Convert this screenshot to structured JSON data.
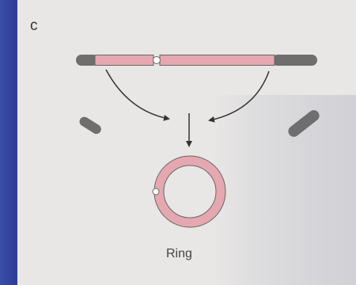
{
  "panel": {
    "letter": "c",
    "ring_label": "Ring"
  },
  "colors": {
    "background": "#2f3f9c",
    "panel": "#e9e7e6",
    "chromosome_arm": "#e6a8b0",
    "chromosome_tip": "#6e6e6e",
    "outline": "#555555",
    "arrow": "#333333"
  },
  "icons": [
    "curved-arrow-left",
    "curved-arrow-right",
    "down-arrow",
    "centromere"
  ]
}
